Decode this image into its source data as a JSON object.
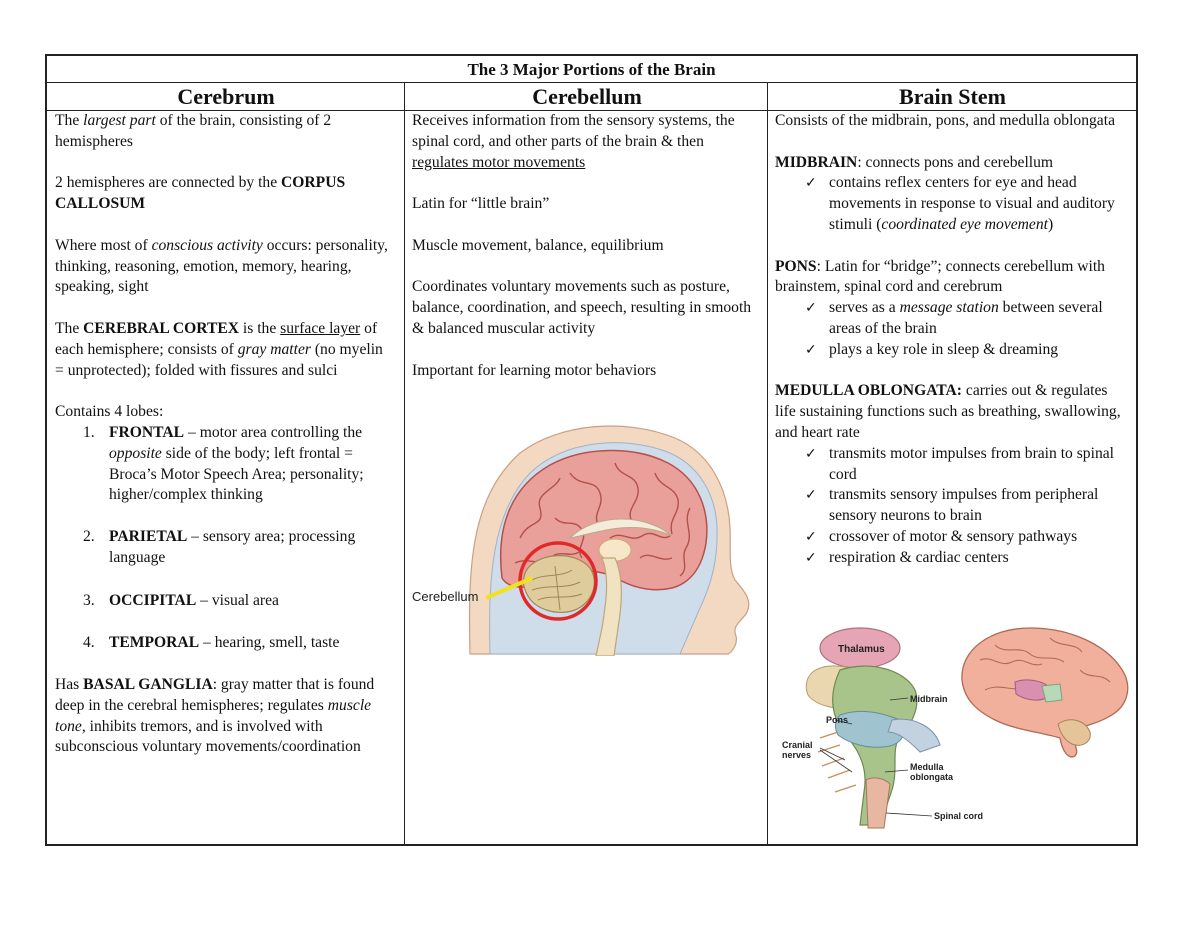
{
  "title": "The 3 Major Portions of the Brain",
  "headers": [
    "Cerebrum",
    "Cerebellum",
    "Brain Stem"
  ],
  "cerebrum": {
    "p1_a": "The ",
    "p1_b": "largest part",
    "p1_c": " of the brain, consisting of 2 hemispheres",
    "p2_a": "2 hemispheres are connected by the ",
    "p2_b": "CORPUS CALLOSUM",
    "p3_a": "Where most of ",
    "p3_b": "conscious activity",
    "p3_c": " occurs: personality, thinking, reasoning, emotion, memory, hearing, speaking, sight",
    "p4_a": "The ",
    "p4_b": "CEREBRAL CORTEX",
    "p4_c": " is the ",
    "p4_d": "surface layer",
    "p4_e": " of each hemisphere; consists of ",
    "p4_f": "gray matter",
    "p4_g": " (no myelin = unprotected); folded with fissures and sulci",
    "lobes_intro": "Contains 4 lobes:",
    "lobes": [
      {
        "num": "1.",
        "name": "FRONTAL",
        "pre": " – motor area controlling the ",
        "ital": "opposite",
        "post": " side of the body; left frontal = Broca’s Motor Speech Area; personality; higher/complex thinking"
      },
      {
        "num": "2.",
        "name": "PARIETAL",
        "pre": " – sensory area; processing language",
        "ital": "",
        "post": ""
      },
      {
        "num": "3.",
        "name": "OCCIPITAL",
        "pre": " – visual area",
        "ital": "",
        "post": ""
      },
      {
        "num": "4.",
        "name": "TEMPORAL",
        "pre": " – hearing, smell, taste",
        "ital": "",
        "post": ""
      }
    ],
    "p5_a": "Has ",
    "p5_b": "BASAL GANGLIA",
    "p5_c": ": gray matter that is found deep in the cerebral hemispheres; regulates ",
    "p5_d": "muscle tone",
    "p5_e": ", inhibits tremors, and is involved with subconscious voluntary movements/coordination"
  },
  "cerebellum": {
    "p1_a": "Receives information from the sensory systems, the spinal cord, and other parts of the brain & then ",
    "p1_b": "regulates motor movements",
    "p2": "Latin for “little brain”",
    "p3": "Muscle movement, balance, equilibrium",
    "p4": "Coordinates voluntary movements such as posture, balance, coordination, and speech, resulting in smooth & balanced muscular activity",
    "p5": "Important for learning motor behaviors",
    "figure_label": "Cerebellum"
  },
  "brainstem": {
    "p1": "Consists of the midbrain, pons, and medulla oblongata",
    "midbrain_a": "MIDBRAIN",
    "midbrain_b": ": connects pons and cerebellum",
    "midbrain_items": [
      {
        "pre": "contains reflex centers for eye and head movements in response to visual and auditory stimuli (",
        "ital": "coordinated eye movement",
        "post": ")"
      }
    ],
    "pons_a": "PONS",
    "pons_b": ": Latin for “bridge”; connects cerebellum with brainstem, spinal cord and cerebrum",
    "pons_items": [
      {
        "pre": "serves as a ",
        "ital": "message station",
        "post": " between several areas of the brain"
      },
      {
        "pre": "plays a key role in sleep & dreaming",
        "ital": "",
        "post": ""
      }
    ],
    "medulla_a": "MEDULLA OBLONGATA:",
    "medulla_b": " carries out & regulates life sustaining functions such as breathing, swallowing, and heart rate",
    "medulla_items": [
      "transmits motor impulses from brain to spinal cord",
      "transmits sensory impulses from peripheral sensory neurons to brain",
      "crossover of motor & sensory pathways",
      "respiration & cardiac centers"
    ],
    "figure_labels": {
      "thalamus": "Thalamus",
      "midbrain": "Midbrain",
      "pons": "Pons",
      "cranial": "Cranial",
      "nerves": "nerves",
      "medulla1": "Medulla",
      "medulla2": "oblongata",
      "spinal": "Spinal cord"
    }
  },
  "colors": {
    "border": "#222222",
    "brain_pink": "#e9a09a",
    "brain_dark": "#b4504c",
    "highlight_circle": "#e02a2a",
    "pointer_line": "#f2e21a",
    "stem_green": "#a9c48a",
    "stem_blue": "#9fc3cf"
  }
}
